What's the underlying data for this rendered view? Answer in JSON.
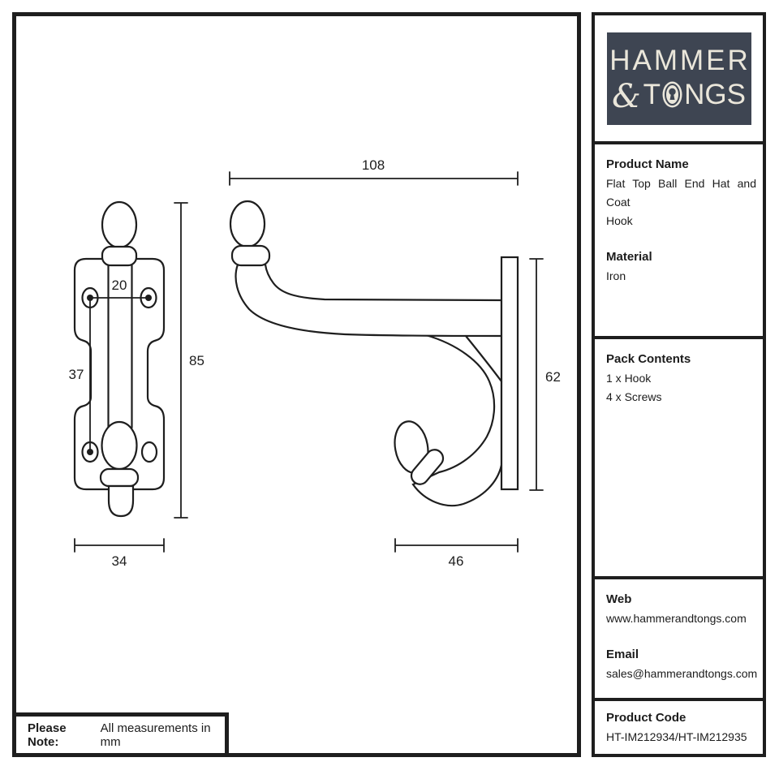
{
  "colors": {
    "line": "#1e1e1e",
    "logo_bg": "#3e4552",
    "logo_text": "#eae6da"
  },
  "logo": {
    "word1": "HAMMER",
    "ampersand": "&",
    "word2_before": "T",
    "word2_after": "NGS",
    "keyhole_icon": "keyhole"
  },
  "sidebar": {
    "product_name": {
      "heading": "Product Name",
      "line1": "Flat Top Ball End Hat and Coat",
      "line2": "Hook"
    },
    "material": {
      "heading": "Material",
      "value": "Iron"
    },
    "pack_contents": {
      "heading": "Pack Contents",
      "items": [
        "1 x Hook",
        "4 x Screws"
      ]
    },
    "web": {
      "heading": "Web",
      "value": "www.hammerandtongs.com"
    },
    "email": {
      "heading": "Email",
      "value": "sales@hammerandtongs.com"
    },
    "product_code": {
      "heading": "Product Code",
      "value": "HT-IM212934/HT-IM212935"
    }
  },
  "note": {
    "label": "Please Note:",
    "text": "All measurements in mm"
  },
  "drawing": {
    "units": "mm",
    "front_view": {
      "dim_hole_spacing": "20",
      "dim_hole_pitch": "37",
      "dim_total_height": "85",
      "dim_plate_width": "34"
    },
    "side_view": {
      "dim_projection": "108",
      "dim_plate_height": "62",
      "dim_hook_depth": "46"
    }
  }
}
